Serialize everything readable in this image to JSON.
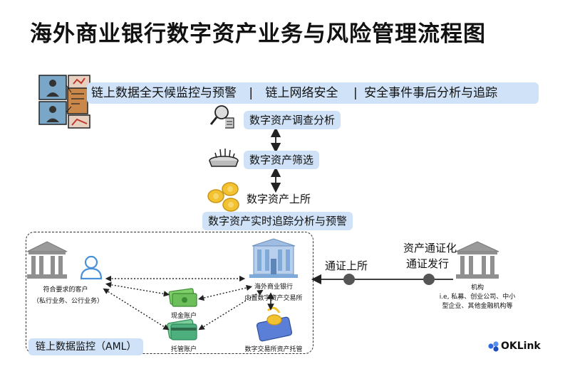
{
  "title": "海外商业银行数字资产业务与风险管理流程图",
  "banner": {
    "item1": "链上数据全天候监控与预警",
    "sep1": "|",
    "item2": "链上网络安全",
    "sep2": "|",
    "item3": "安全事件事后分析与追踪"
  },
  "steps": {
    "investigation": "数字资产调查分析",
    "screening": "数字资产筛选",
    "listing": "数字资产上所",
    "tracking": "数字资产实时追踪分析与预警"
  },
  "nodes": {
    "customer_line1": "符合要求的客户",
    "customer_line2": "（私行业务、公行业务）",
    "bank_line1": "海外商业银行",
    "bank_line2": "内置数字资产交易所",
    "cash_account": "现金账户",
    "custody_account": "托管账户",
    "exchange_custody": "数字交易所资产托管",
    "institution_line1": "机构",
    "institution_line2": "i.e, 私募、创业公司、中小",
    "institution_line3": "型企业、其他金融机构等"
  },
  "flow": {
    "token_listing": "通证上所",
    "tokenization": "资产通证化",
    "token_issuance": "通证发行"
  },
  "aml_label": "链上数据监控（AML）",
  "logo_text": "OKLink",
  "colors": {
    "pill": "#cfe2f7",
    "bank_building": "#8f8f8f",
    "bank_blue": "#7fa9d8",
    "user_icon": "#4a90d9",
    "coin": "#f2c230",
    "cash_green": "#6cbf5a",
    "card_green": "#4caf7d",
    "logo_blue": "#2f6ae0"
  }
}
